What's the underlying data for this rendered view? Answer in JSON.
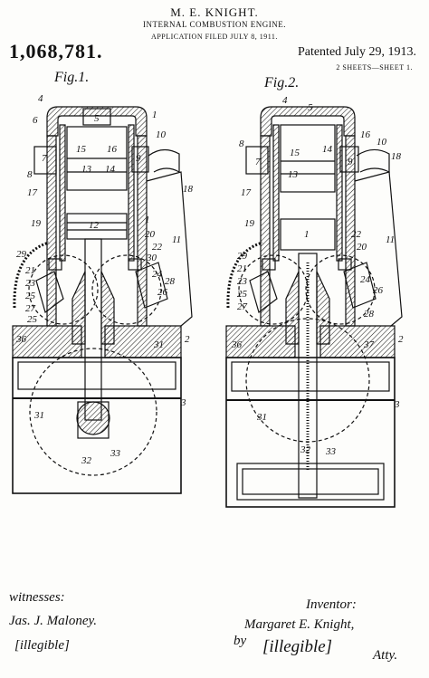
{
  "header": {
    "inventor": "M. E. KNIGHT.",
    "title": "INTERNAL COMBUSTION ENGINE.",
    "filed": "APPLICATION FILED JULY 8, 1911.",
    "patent_number": "1,068,781.",
    "patented": "Patented July 29, 1913.",
    "sheets": "2 SHEETS—SHEET 1."
  },
  "figures": {
    "fig1": {
      "label": "Fig.1.",
      "refs": [
        "4",
        "5",
        "1",
        "6",
        "10",
        "7",
        "15",
        "16",
        "9",
        "13",
        "14",
        "8",
        "17",
        "18",
        "19",
        "12",
        "1",
        "20",
        "11",
        "22",
        "30",
        "29",
        "21",
        "23",
        "25",
        "27",
        "24",
        "28",
        "26",
        "25",
        "36",
        "31",
        "2",
        "3",
        "31",
        "33",
        "32"
      ]
    },
    "fig2": {
      "label": "Fig.2.",
      "refs": [
        "4",
        "5",
        "16",
        "10",
        "8",
        "14",
        "7",
        "15",
        "9",
        "18",
        "13",
        "17",
        "19",
        "1",
        "22",
        "20",
        "11",
        "29",
        "21",
        "23",
        "25",
        "27",
        "24",
        "26",
        "28",
        "36",
        "37",
        "2",
        "3",
        "31",
        "32",
        "33"
      ]
    }
  },
  "signatures": {
    "witnesses_label": "witnesses:",
    "witness_1": "Jas. J. Maloney.",
    "witness_2": "[illegible]",
    "inventor_label": "Inventor:",
    "inventor": "Margaret E. Knight,",
    "by": "by",
    "attorney": "[illegible]",
    "attorney_label": "Atty."
  }
}
